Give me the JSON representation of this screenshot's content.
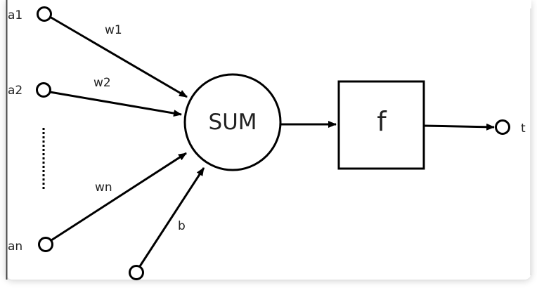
{
  "diagram": {
    "inputs": [
      "a1",
      "a2",
      "an"
    ],
    "weights": [
      "w1",
      "w2",
      "wn"
    ],
    "bias": "b",
    "sum_label": "SUM",
    "function_label": "f",
    "output": "t"
  },
  "colors": {
    "stroke": "#000000",
    "text": "#222222",
    "background": "#ffffff"
  }
}
